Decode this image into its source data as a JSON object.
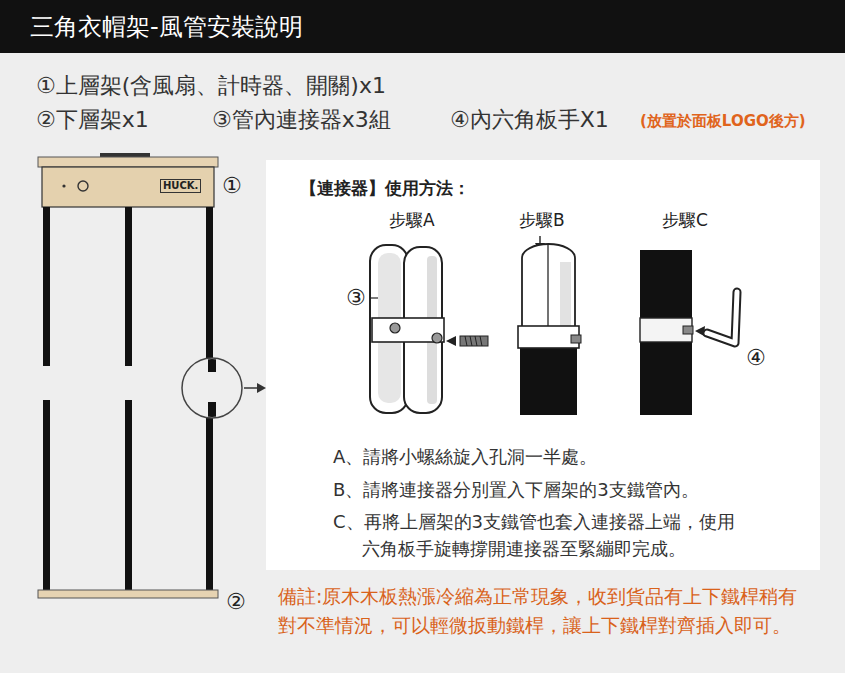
{
  "diagram": {
    "title": "三角衣帽架-風管安裝說明",
    "nodes": [
      {
        "text": [
          "【連接器】使用方法：",
          "A、請將小螺絲旋入孔洞一半處。",
          "B、請將連接器分別置入下層架的3支鐵管內。",
          "C、再將上層架的3支鐵管也套入連接器上端，使用 六角板手旋轉撐開連接器至緊繃即完成。"
        ]
      }
    ],
    "labels": [
      "①上層架(含風扇、計時器、開關)x1",
      "②下層架x1",
      "③管內連接器x3組",
      "④內六角板手X1",
      "(放置於面板LOGO後方)",
      "HUCK.",
      "①",
      "②",
      "步驟A",
      "步驟B",
      "步驟C",
      "③",
      "④",
      "備註:原木木板熱漲冷縮為正常現象，收到貨品有上下鐵桿稍有 對不準情況，可以輕微扳動鐵桿，讓上下鐵桿對齊插入即可。"
    ]
  }
}
